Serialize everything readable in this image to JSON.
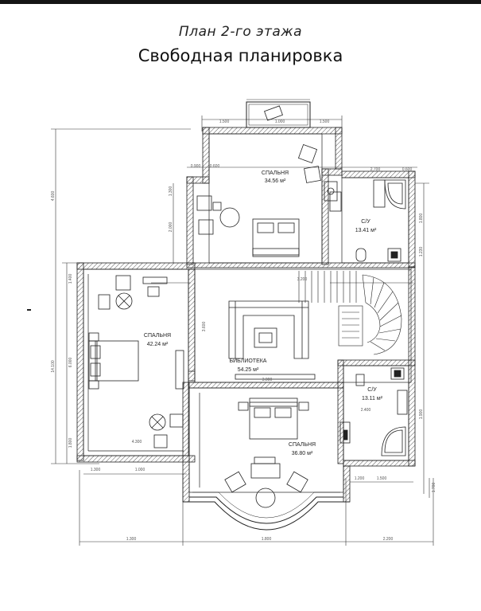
{
  "header": {
    "subtitle": "План 2-го этажа",
    "title": "Свободная планировка"
  },
  "rooms": [
    {
      "name": "СПАЛЬНЯ",
      "area": "34.56 м²"
    },
    {
      "name": "С/У",
      "area": "13.41 м²"
    },
    {
      "name": "СПАЛЬНЯ",
      "area": "42.24 м²"
    },
    {
      "name": "БИБЛИОТЕКА",
      "area": "54.25 м²"
    },
    {
      "name": "С/У",
      "area": "13.11 м²"
    },
    {
      "name": "СПАЛЬНЯ",
      "area": "36.80 м²"
    }
  ],
  "dimensions": {
    "top_1": "1.500",
    "top_2": "1.000",
    "top_3": "1.500",
    "top_4": "0.900",
    "top_5": "0.600",
    "top_6": "2.700",
    "top_7": "0.600",
    "right_1": "1.800",
    "right_2": "1.230",
    "right_3": "1.900",
    "right_4": "1.700",
    "left_1": "4.600",
    "left_2": "1.400",
    "left_3": "6.000",
    "left_4": "14.100",
    "left_5": "1.800",
    "mid_1": "1.300",
    "mid_2": "2.000",
    "mid_3": "3.600",
    "mid_4": "4.300",
    "mid_5": "3.000",
    "mid_6": "3.200",
    "mid_7": "2.400",
    "bottom_1": "1.300",
    "bottom_2": "1.000",
    "bottom_3": "1.500",
    "bottom_4": "1.200",
    "bottom_5": "1.300",
    "bottom_6": "1.800",
    "bottom_7": "2.200"
  }
}
